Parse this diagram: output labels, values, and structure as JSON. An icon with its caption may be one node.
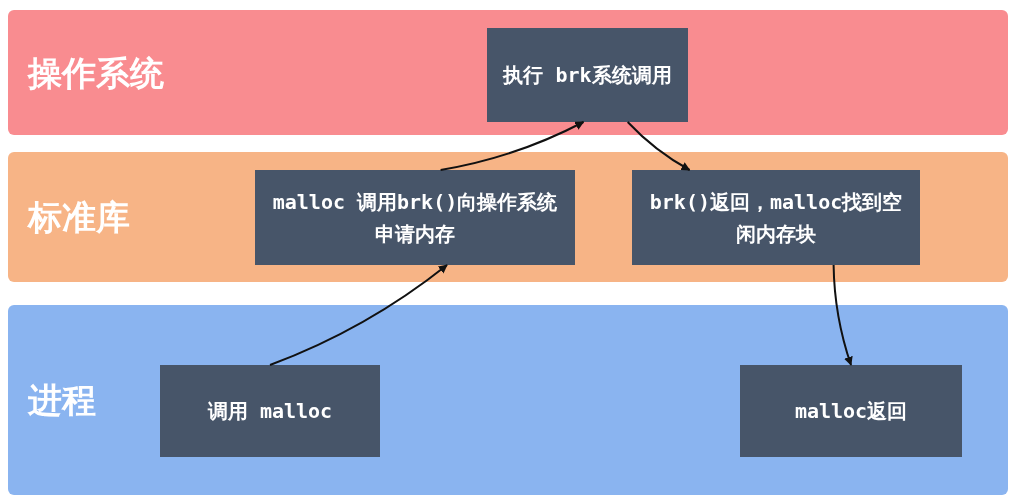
{
  "diagram": {
    "nodes": [
      {
        "text": [
          "操作系统"
        ]
      },
      {
        "text": [
          "执行 brk系统调用"
        ],
        "in": 0
      },
      {
        "text": [
          "标准库"
        ]
      },
      {
        "text": [
          "malloc 调用brk()向操作系统申请内存"
        ],
        "in": 2
      },
      {
        "text": [
          "brk()返回，malloc找到空闲内存块"
        ],
        "in": 2
      },
      {
        "text": [
          "进程"
        ]
      },
      {
        "text": [
          "调用 malloc"
        ],
        "in": 5
      },
      {
        "text": [
          "malloc返回"
        ],
        "in": 5
      }
    ],
    "edges": [
      {
        "from": 6,
        "to": 3,
        "arrow": "to"
      },
      {
        "from": 3,
        "to": 1,
        "arrow": "to"
      },
      {
        "from": 1,
        "to": 4,
        "arrow": "to"
      },
      {
        "from": 4,
        "to": 7,
        "arrow": "to"
      }
    ]
  }
}
